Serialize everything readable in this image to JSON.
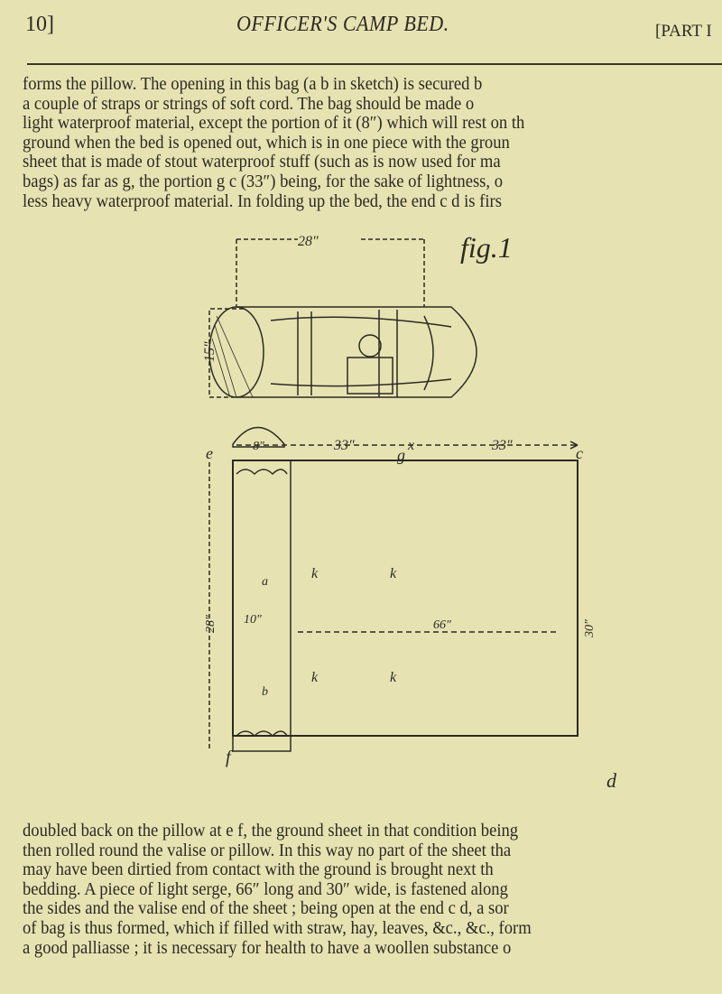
{
  "header": {
    "page_number": "10]",
    "title": "OFFICER'S CAMP BED.",
    "part": "[PART I"
  },
  "paragraph_top": [
    "forms the pillow.  The opening in this bag (a b in sketch) is secured b",
    "a couple of straps or strings of soft cord.  The bag should be made o",
    "light waterproof material, except the portion of it (8″) which will rest on th",
    "ground when the bed is opened out, which is in one piece with the groun",
    "sheet that is made of stout waterproof stuff (such as is now used for ma",
    "bags) as far as g, the portion g c (33″) being, for the sake of lightness, o",
    "less heavy waterproof material.  In folding up the bed, the end c d is firs"
  ],
  "figure1": {
    "label": "fig.1",
    "width_dim": "28″",
    "height_dim": "15″"
  },
  "figure2": {
    "dim_pillow": "8″",
    "dim_mid": "33″",
    "dim_x": "x",
    "dim_end": "33″",
    "label_e": "e",
    "label_g": "g",
    "label_c": "c",
    "label_f": "f",
    "label_d": "d",
    "dim_side": "28″",
    "dim_valise": "10″",
    "dim_length": "66″",
    "dim_width": "30″",
    "label_k": "k",
    "label_a": "a",
    "label_b": "b"
  },
  "paragraph_bottom": [
    "doubled back on the pillow at e f, the ground sheet in that condition being",
    "then rolled round the valise or pillow.  In this way no part of the sheet tha",
    "may have been dirtied from contact with the ground is brought next th",
    "bedding.  A piece of light serge, 66″ long and 30″ wide, is fastened along",
    "the sides and the valise end of the sheet ; being open at the end c d, a sor",
    "of bag is thus formed, which if filled with straw, hay, leaves, &c., &c., form",
    "a good palliasse ; it is necessary for health to have a woollen substance o"
  ]
}
